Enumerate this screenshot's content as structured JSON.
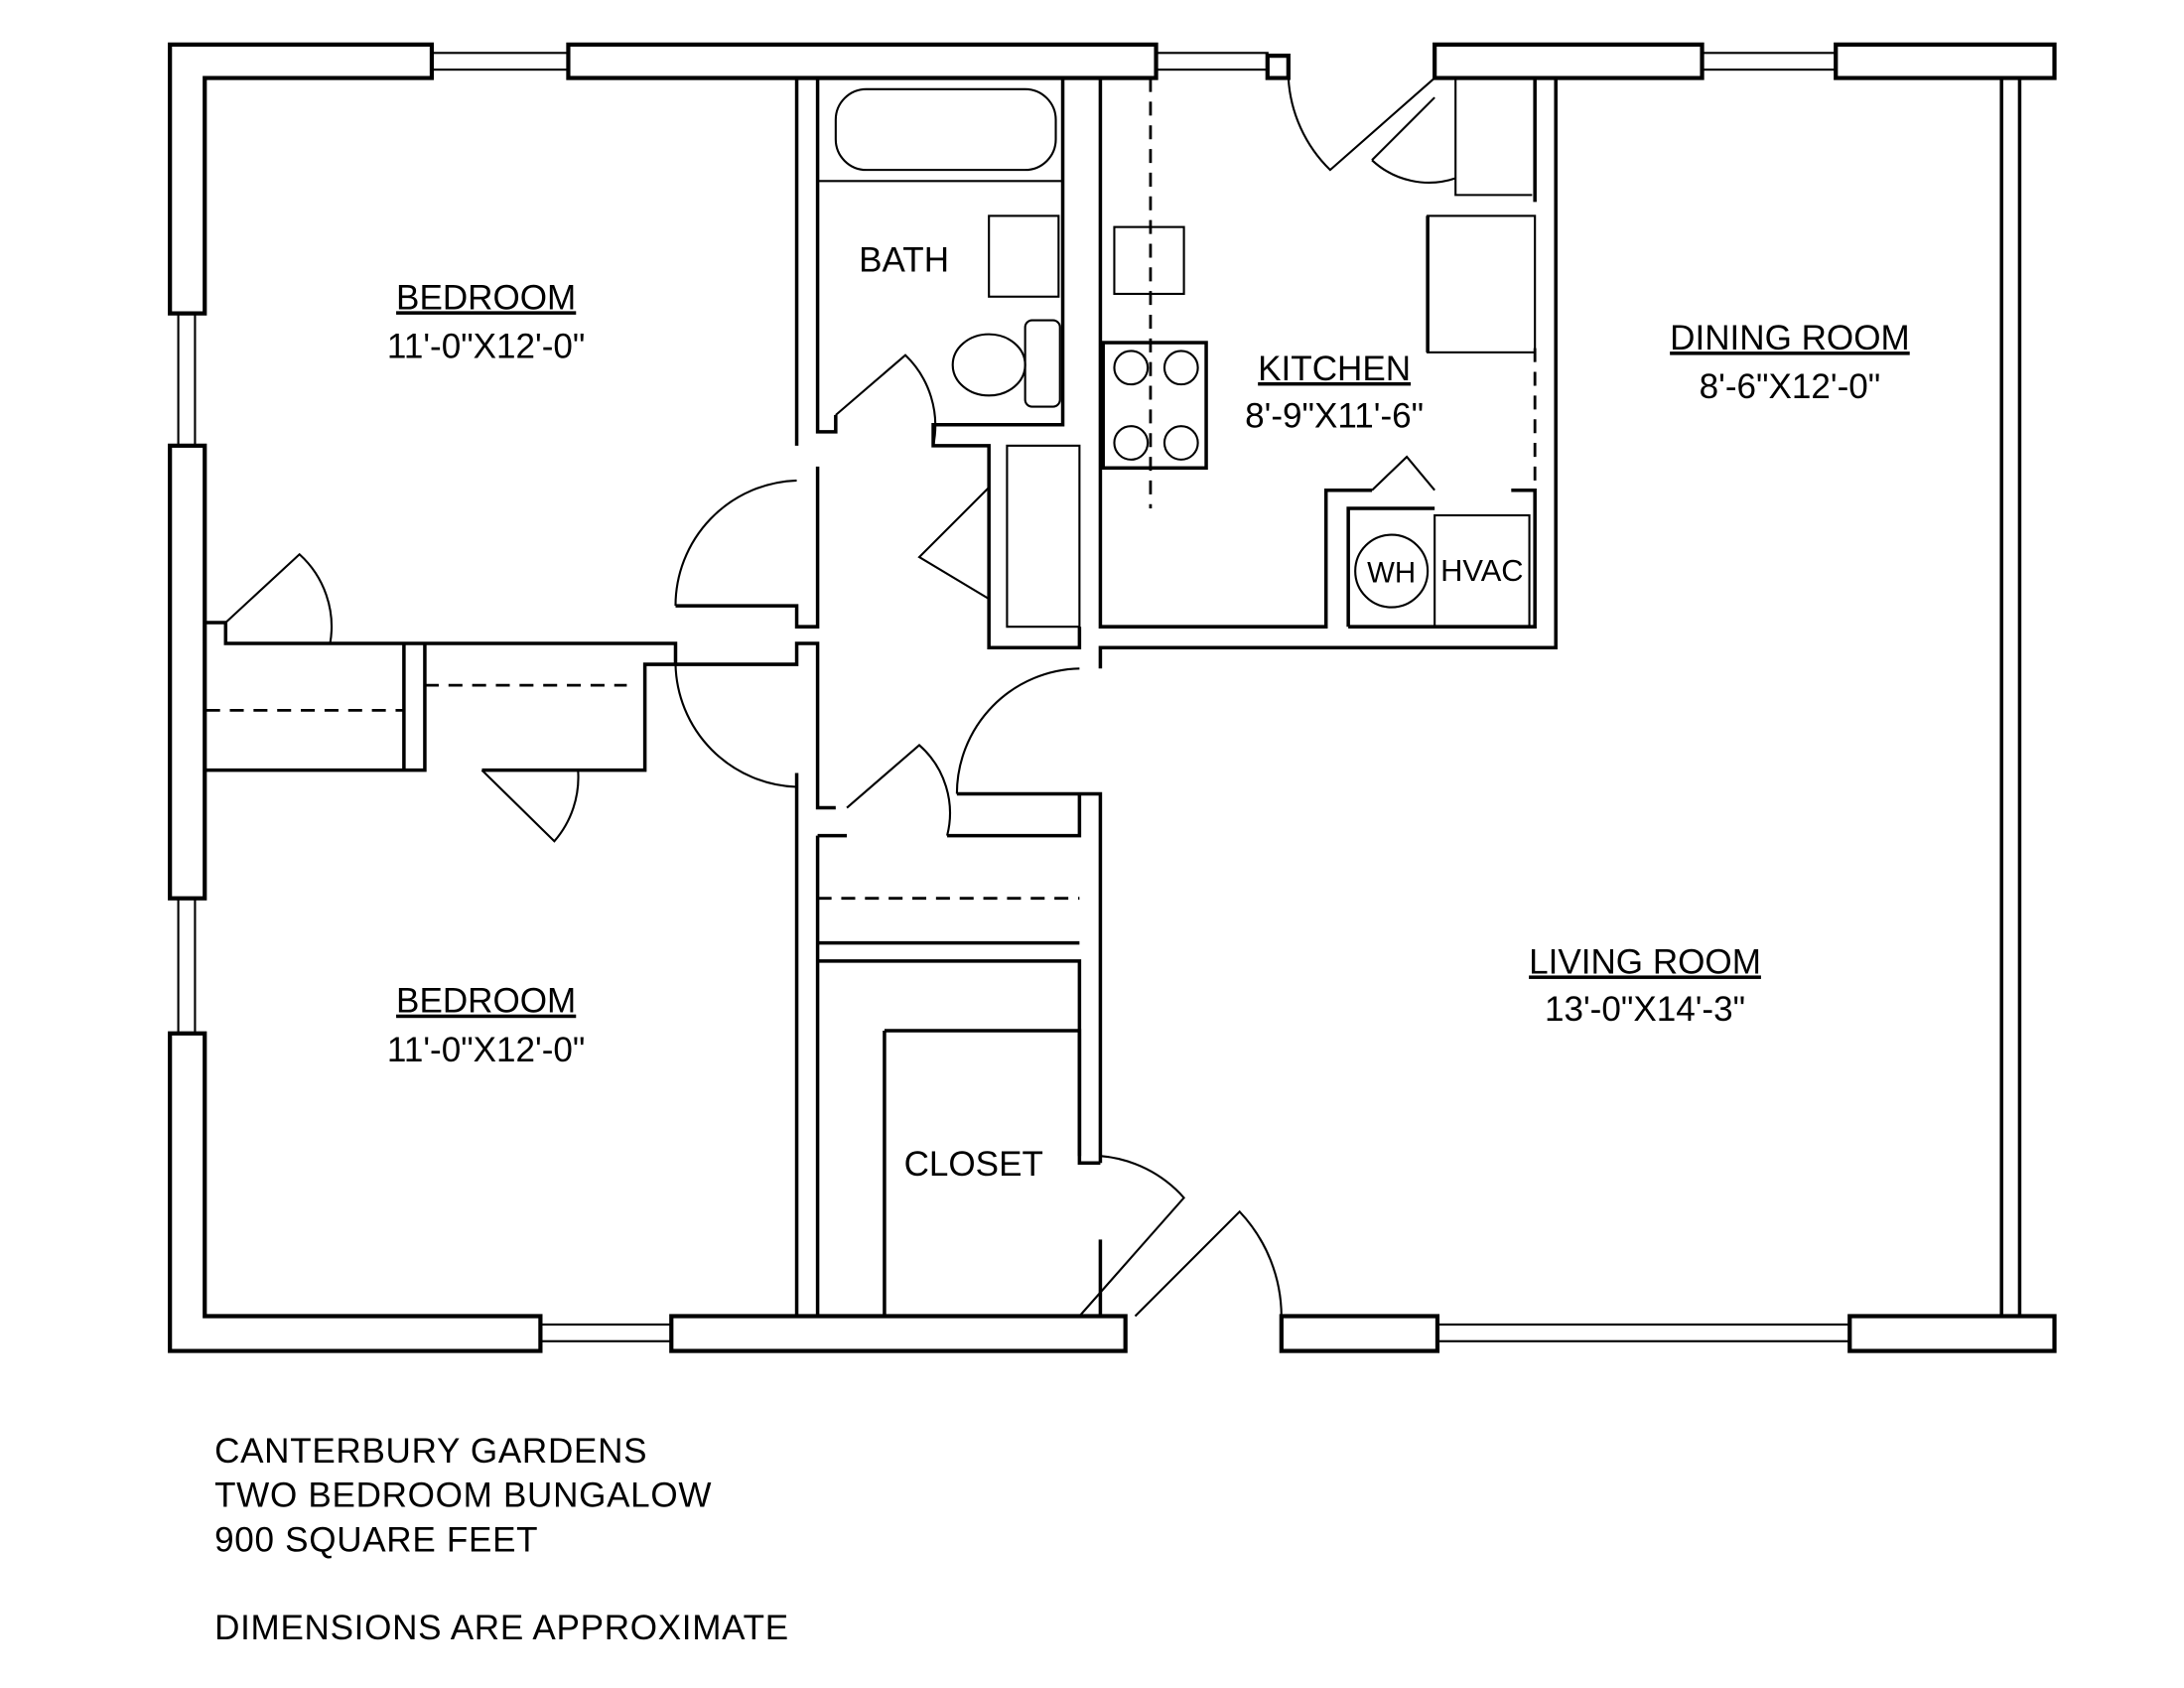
{
  "rooms": {
    "bedroom1": {
      "name": "BEDROOM",
      "size": "11'-0\"X12'-0\""
    },
    "bedroom2": {
      "name": "BEDROOM",
      "size": "11'-0\"X12'-0\""
    },
    "bath": {
      "name": "BATH"
    },
    "kitchen": {
      "name": "KITCHEN",
      "size": "8'-9\"X11'-6\""
    },
    "dining": {
      "name": "DINING ROOM",
      "size": "8'-6\"X12'-0\""
    },
    "living": {
      "name": "LIVING ROOM",
      "size": "13'-0\"X14'-3\""
    },
    "closet": {
      "name": "CLOSET"
    },
    "wh": {
      "name": "WH"
    },
    "hvac": {
      "name": "HVAC"
    }
  },
  "notes": {
    "line1": "CANTERBURY GARDENS",
    "line2": "TWO BEDROOM BUNGALOW",
    "line3": "900 SQUARE FEET",
    "line4": "DIMENSIONS ARE APPROXIMATE"
  }
}
